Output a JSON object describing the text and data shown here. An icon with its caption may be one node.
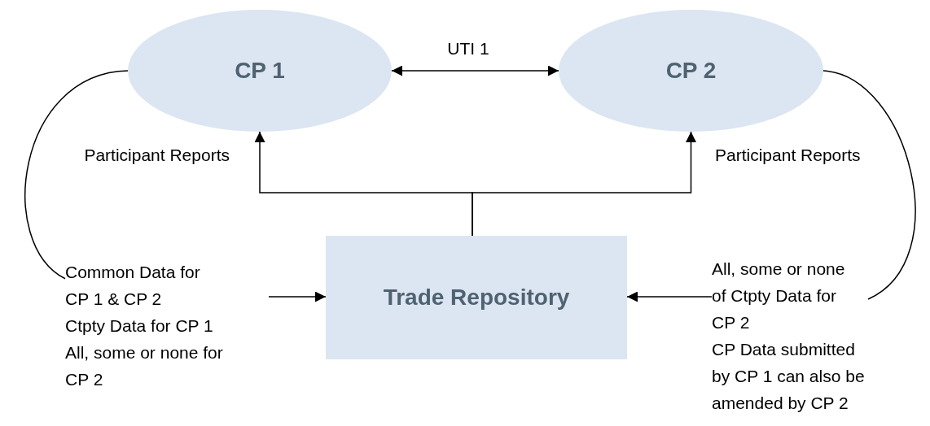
{
  "diagram": {
    "nodes": [
      {
        "text": [
          "CP 1"
        ]
      },
      {
        "text": [
          "CP 2"
        ]
      },
      {
        "text": [
          "Trade Repository"
        ]
      },
      {
        "text": [
          "Common Data for CP 1 & CP 2",
          "Ctpty Data for CP 1",
          "All, some or none for CP 2"
        ]
      },
      {
        "text": [
          "All, some or none of Ctpty Data for CP 2",
          "CP Data submitted by CP 1 can also be amended by CP 2"
        ]
      }
    ],
    "edges": [
      {
        "from": 0,
        "to": 1,
        "arrow": "both",
        "label": "UTI 1"
      },
      {
        "from": 2,
        "to": 0,
        "arrow": "to"
      },
      {
        "from": 2,
        "to": 1,
        "arrow": "to"
      },
      {
        "from": 3,
        "to": 2,
        "arrow": "to"
      },
      {
        "from": 4,
        "to": 2,
        "arrow": "to"
      },
      {
        "from": 0,
        "to": 3,
        "arrow": "none"
      },
      {
        "from": 1,
        "to": 4,
        "arrow": "none"
      }
    ],
    "labels": [
      "Participant Reports",
      "Participant Reports"
    ]
  }
}
